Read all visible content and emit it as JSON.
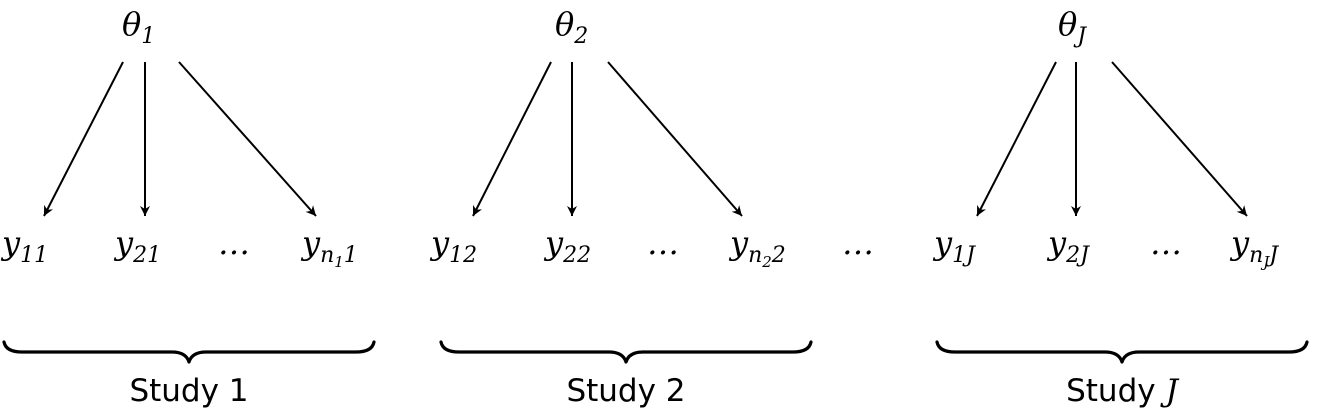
{
  "studies": [
    {
      "parent": {
        "base": "θ",
        "sub": "1"
      },
      "children": [
        {
          "base": "y",
          "sub": "11"
        },
        {
          "base": "y",
          "sub": "21"
        },
        {
          "ellipsis": "…"
        },
        {
          "base": "y",
          "sub": "n",
          "subsub": "1",
          "subtail": "1"
        }
      ],
      "label": {
        "text": "Study 1",
        "var": ""
      }
    },
    {
      "parent": {
        "base": "θ",
        "sub": "2"
      },
      "children": [
        {
          "base": "y",
          "sub": "12"
        },
        {
          "base": "y",
          "sub": "22"
        },
        {
          "ellipsis": "…"
        },
        {
          "base": "y",
          "sub": "n",
          "subsub": "2",
          "subtail": "2"
        }
      ],
      "label": {
        "text": "Study 2",
        "var": ""
      }
    },
    {
      "parent": {
        "base": "θ",
        "sub": "J"
      },
      "children": [
        {
          "base": "y",
          "sub": "1J"
        },
        {
          "base": "y",
          "sub": "2J"
        },
        {
          "ellipsis": "…"
        },
        {
          "base": "y",
          "sub": "n",
          "subsub": "J",
          "subtail": "J"
        }
      ],
      "label": {
        "text": "Study ",
        "var": "J"
      }
    }
  ],
  "between_studies_ellipsis": "…"
}
